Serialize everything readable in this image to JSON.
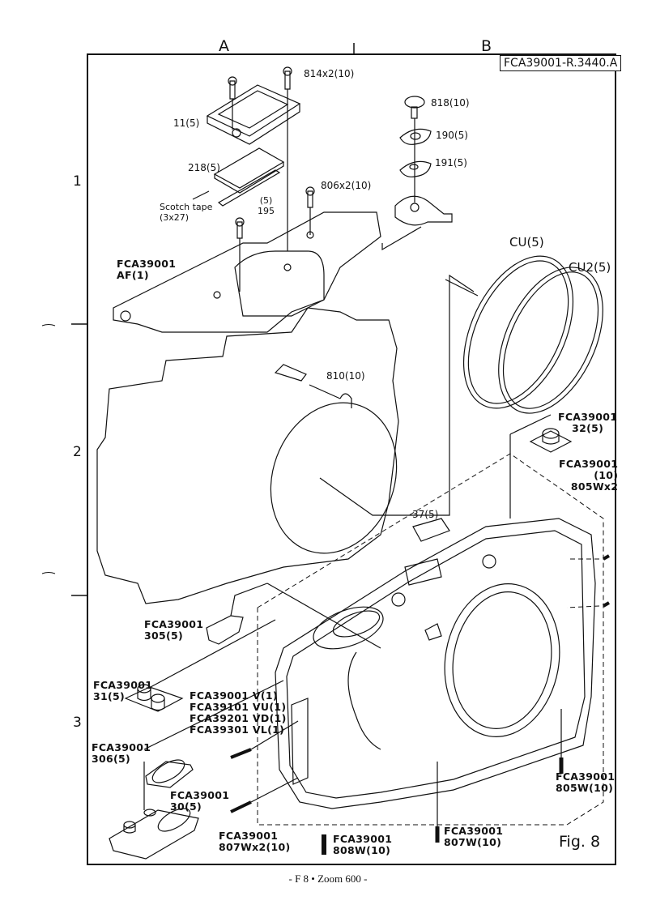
{
  "document": {
    "reference_code": "FCA39001-R.3440.A",
    "figure_label": "Fig. 8",
    "footer": "- F 8 • Zoom 600 -",
    "column_headers": [
      "A",
      "B"
    ],
    "row_headers": [
      "1",
      "2",
      "3"
    ]
  },
  "parts": {
    "screw_814": "814x2(10)",
    "window_frame_11": "11(5)",
    "lcd_218": "218(5)",
    "scotch_tape": "Scotch tape\n(3x27)",
    "strip_195": "(5)\n195",
    "screw_806": "806x2(10)",
    "screw_818": "818(10)",
    "disc_190": "190(5)",
    "plate_191": "191(5)",
    "top_board": "FCA39001\nAF(1)",
    "screw_810": "810(10)",
    "ring_cu": "CU(5)",
    "ring_cu2": "CU2(5)",
    "button_32": "FCA39001\n32(5)",
    "screw_805w_x2": "FCA39001\n(10)\n805Wx2",
    "cover_37": "37(5)",
    "lever_305": "FCA39001\n305(5)",
    "buttons_31": "FCA39001\n31(5)",
    "cabinet_v": "FCA39001 V(1)\nFCA39101 VU(1)\nFCA39201 VD(1)\nFCA39301 VL(1)",
    "button_306": "FCA39001\n306(5)",
    "plate_30": "FCA39001\n30(5)",
    "screw_805w": "FCA39001\n805W(10)",
    "screw_807w_x2": "FCA39001\n807Wx2(10)",
    "screw_808w": "FCA39001\n808W(10)",
    "screw_807w": "FCA39001\n807W(10)"
  }
}
